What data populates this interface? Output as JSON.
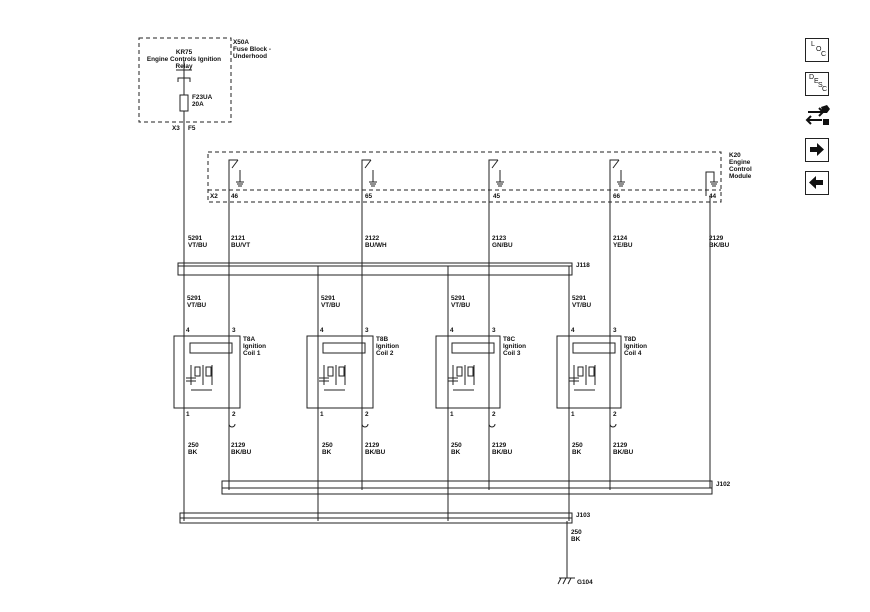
{
  "fuse_block": {
    "id": "X50A",
    "name_line1": "Fuse Block -",
    "name_line2": "Underhood",
    "relay_id": "KR75",
    "relay_line1": "Engine Controls Ignition",
    "relay_line2": "Relay",
    "fuse_id": "F23UA",
    "fuse_rating": "20A",
    "conn": "X3",
    "pin": "F5"
  },
  "ecm": {
    "id": "K20",
    "name_line1": "Engine",
    "name_line2": "Control",
    "name_line3": "Module",
    "conn": "X2",
    "pins": [
      "46",
      "65",
      "45",
      "66",
      "44"
    ]
  },
  "wires_top": [
    {
      "circuit": "5291",
      "color": "VT/BU"
    },
    {
      "circuit": "2121",
      "color": "BU/VT"
    },
    {
      "circuit": "2122",
      "color": "BU/WH"
    },
    {
      "circuit": "2123",
      "color": "GN/BU"
    },
    {
      "circuit": "2124",
      "color": "YE/BU"
    },
    {
      "circuit": "2129",
      "color": "BK/BU"
    }
  ],
  "splices": {
    "j118": "J118",
    "j102": "J102",
    "j103": "J103"
  },
  "coils": [
    {
      "id": "T8A",
      "line1": "Ignition",
      "line2": "Coil 1",
      "pin4": "4",
      "pin3": "3",
      "pin1": "1",
      "pin2": "2"
    },
    {
      "id": "T8B",
      "line1": "Ignition",
      "line2": "Coil 2",
      "pin4": "4",
      "pin3": "3",
      "pin1": "1",
      "pin2": "2"
    },
    {
      "id": "T8C",
      "line1": "Ignition",
      "line2": "Coil 3",
      "pin4": "4",
      "pin3": "3",
      "pin1": "1",
      "pin2": "2"
    },
    {
      "id": "T8D",
      "line1": "Ignition",
      "line2": "Coil 4",
      "pin4": "4",
      "pin3": "3",
      "pin1": "1",
      "pin2": "2"
    }
  ],
  "coil_feed": {
    "circuit": "5291",
    "color": "VT/BU"
  },
  "coil_ground": {
    "circuit": "250",
    "color": "BK"
  },
  "coil_return": {
    "circuit": "2129",
    "color": "BK/BU"
  },
  "ground_wire": {
    "circuit": "250",
    "color": "BK"
  },
  "ground_point": "G104",
  "sidebar": {
    "loc": {
      "l": "L",
      "o": "O",
      "c": "C"
    },
    "desc": {
      "d": "D",
      "e": "E",
      "s": "S",
      "c": "C"
    }
  }
}
